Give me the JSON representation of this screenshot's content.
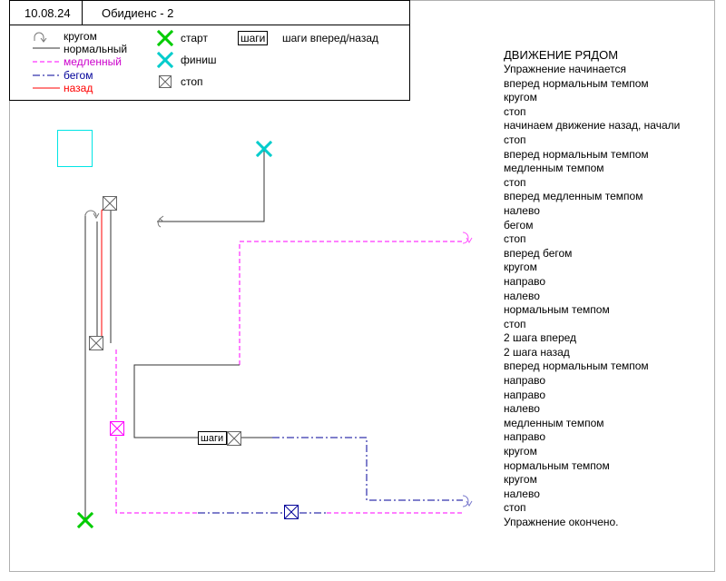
{
  "header": {
    "date": "10.08.24",
    "title": "Обидиенс - 2"
  },
  "legend": {
    "turn": "кругом",
    "normal": "нормальный",
    "slow": "медленный",
    "run": "бегом",
    "back": "назад",
    "start": "старт",
    "finish": "финиш",
    "stop": "стоп",
    "steps_box": "шаги",
    "steps_desc": "шаги вперед/назад"
  },
  "colors": {
    "normal": "#333333",
    "slow": "#ff00ff",
    "run": "#000099",
    "back": "#ff0000",
    "start": "#00cc00",
    "finish": "#00cccc",
    "stop": "#666666"
  },
  "icons": {
    "turn": "turn-arrow-icon",
    "start": "green-x-icon",
    "finish": "cyan-x-icon",
    "stop": "stop-box-icon"
  },
  "diagram": {
    "steps_label": "шаги"
  },
  "script": {
    "title": "ДВИЖЕНИЕ РЯДОМ",
    "lines": [
      "Упражнение начинается",
      "вперед нормальным темпом",
      "кругом",
      "стоп",
      "начинаем движение назад, начали",
      "стоп",
      "вперед нормальным темпом",
      "медленным темпом",
      "стоп",
      "вперед медленным темпом",
      "налево",
      "бегом",
      "стоп",
      "вперед бегом",
      "кругом",
      "направо",
      "налево",
      "нормальным темпом",
      "стоп",
      "2 шага вперед",
      "2 шага назад",
      "вперед нормальным темпом",
      "направо",
      "направо",
      "налево",
      "медленным темпом",
      "направо",
      "кругом",
      "нормальным темпом",
      "кругом",
      "налево",
      "стоп",
      "Упражнение окончено."
    ]
  }
}
